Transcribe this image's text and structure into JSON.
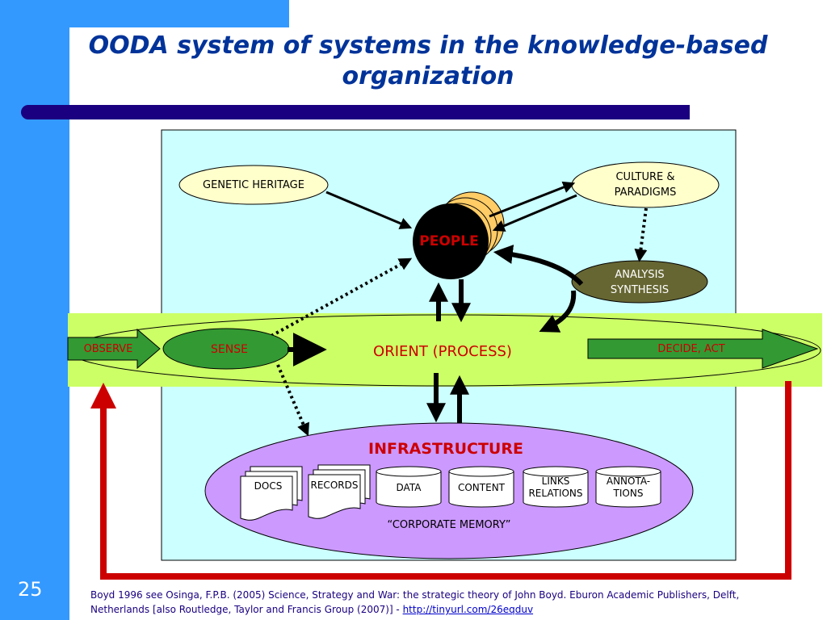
{
  "slide": {
    "title_line1": "OODA system of systems in the knowledge-based",
    "title_line2": "organization",
    "number": "25"
  },
  "diagram": {
    "genetic_heritage": "GENETIC HERITAGE",
    "culture_line1": "CULTURE &",
    "culture_line2": "PARADIGMS",
    "people": "PEOPLE",
    "analysis_line1": "ANALYSIS",
    "analysis_line2": "SYNTHESIS",
    "observe": "OBSERVE",
    "sense": "SENSE",
    "orient": "ORIENT (PROCESS)",
    "decide_act": "DECIDE, ACT",
    "infrastructure": "INFRASTRUCTURE",
    "docs": "DOCS",
    "records": "RECORDS",
    "data": "DATA",
    "content": "CONTENT",
    "links_line1": "LINKS",
    "links_line2": "RELATIONS",
    "annotations_line1": "ANNOTA-",
    "annotations_line2": "TIONS",
    "corporate_memory": "“CORPORATE MEMORY”"
  },
  "footer": {
    "citation": "Boyd 1996 see Osinga, F.P.B. (2005) Science, Strategy and War: the strategic theory of John Boyd. Eburon Academic Publishers, Delft, Netherlands [also Routledge, Taylor and Francis Group (2007)] - ",
    "link": "http://tinyurl.com/26eqduv"
  },
  "colors": {
    "title": "#003399",
    "side_band": "#3399ff",
    "panel": "#ccffff",
    "orient_band": "#ccff66",
    "green_ellipse": "#339933",
    "olive_ellipse": "#666633",
    "infrastructure_fill": "#cc99ff",
    "people_fill": "#000000",
    "stack_fill": "#ffcc66",
    "cream": "#ffffcc",
    "red_text": "#cc0000",
    "loop_arrow": "#cc0000"
  }
}
